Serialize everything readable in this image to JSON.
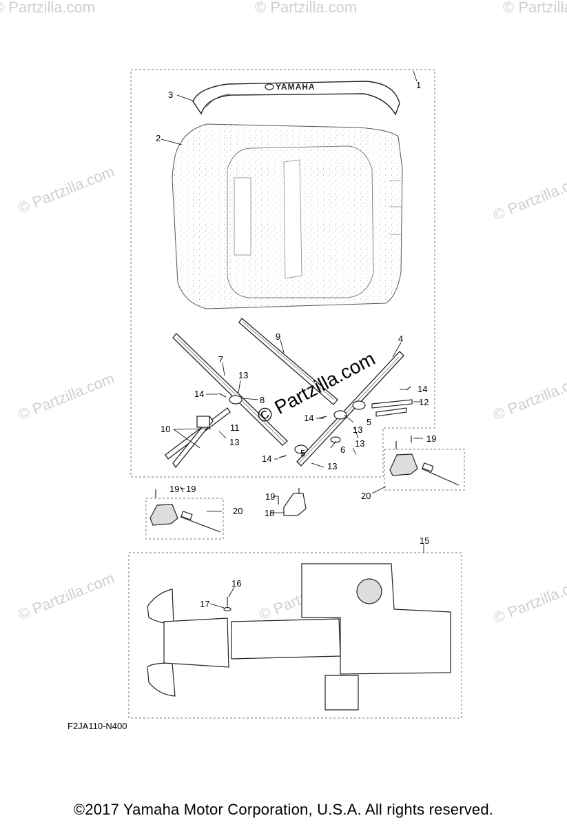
{
  "watermark": {
    "text": "© Partzilla.com"
  },
  "center_watermark": {
    "text": "© Partzilla.com"
  },
  "logo": {
    "text": "YAMAHA"
  },
  "callouts": [
    "1",
    "2",
    "3",
    "4",
    "5",
    "5",
    "6",
    "7",
    "8",
    "9",
    "10",
    "11",
    "12",
    "13",
    "13",
    "13",
    "13",
    "13",
    "14",
    "14",
    "14",
    "14",
    "15",
    "16",
    "17",
    "18",
    "19",
    "19",
    "19",
    "19",
    "20",
    "20"
  ],
  "diagram_code": "F2JA110-N400",
  "copyright": "©2017  Yamaha Motor Corporation, U.S.A. All rights reserved."
}
